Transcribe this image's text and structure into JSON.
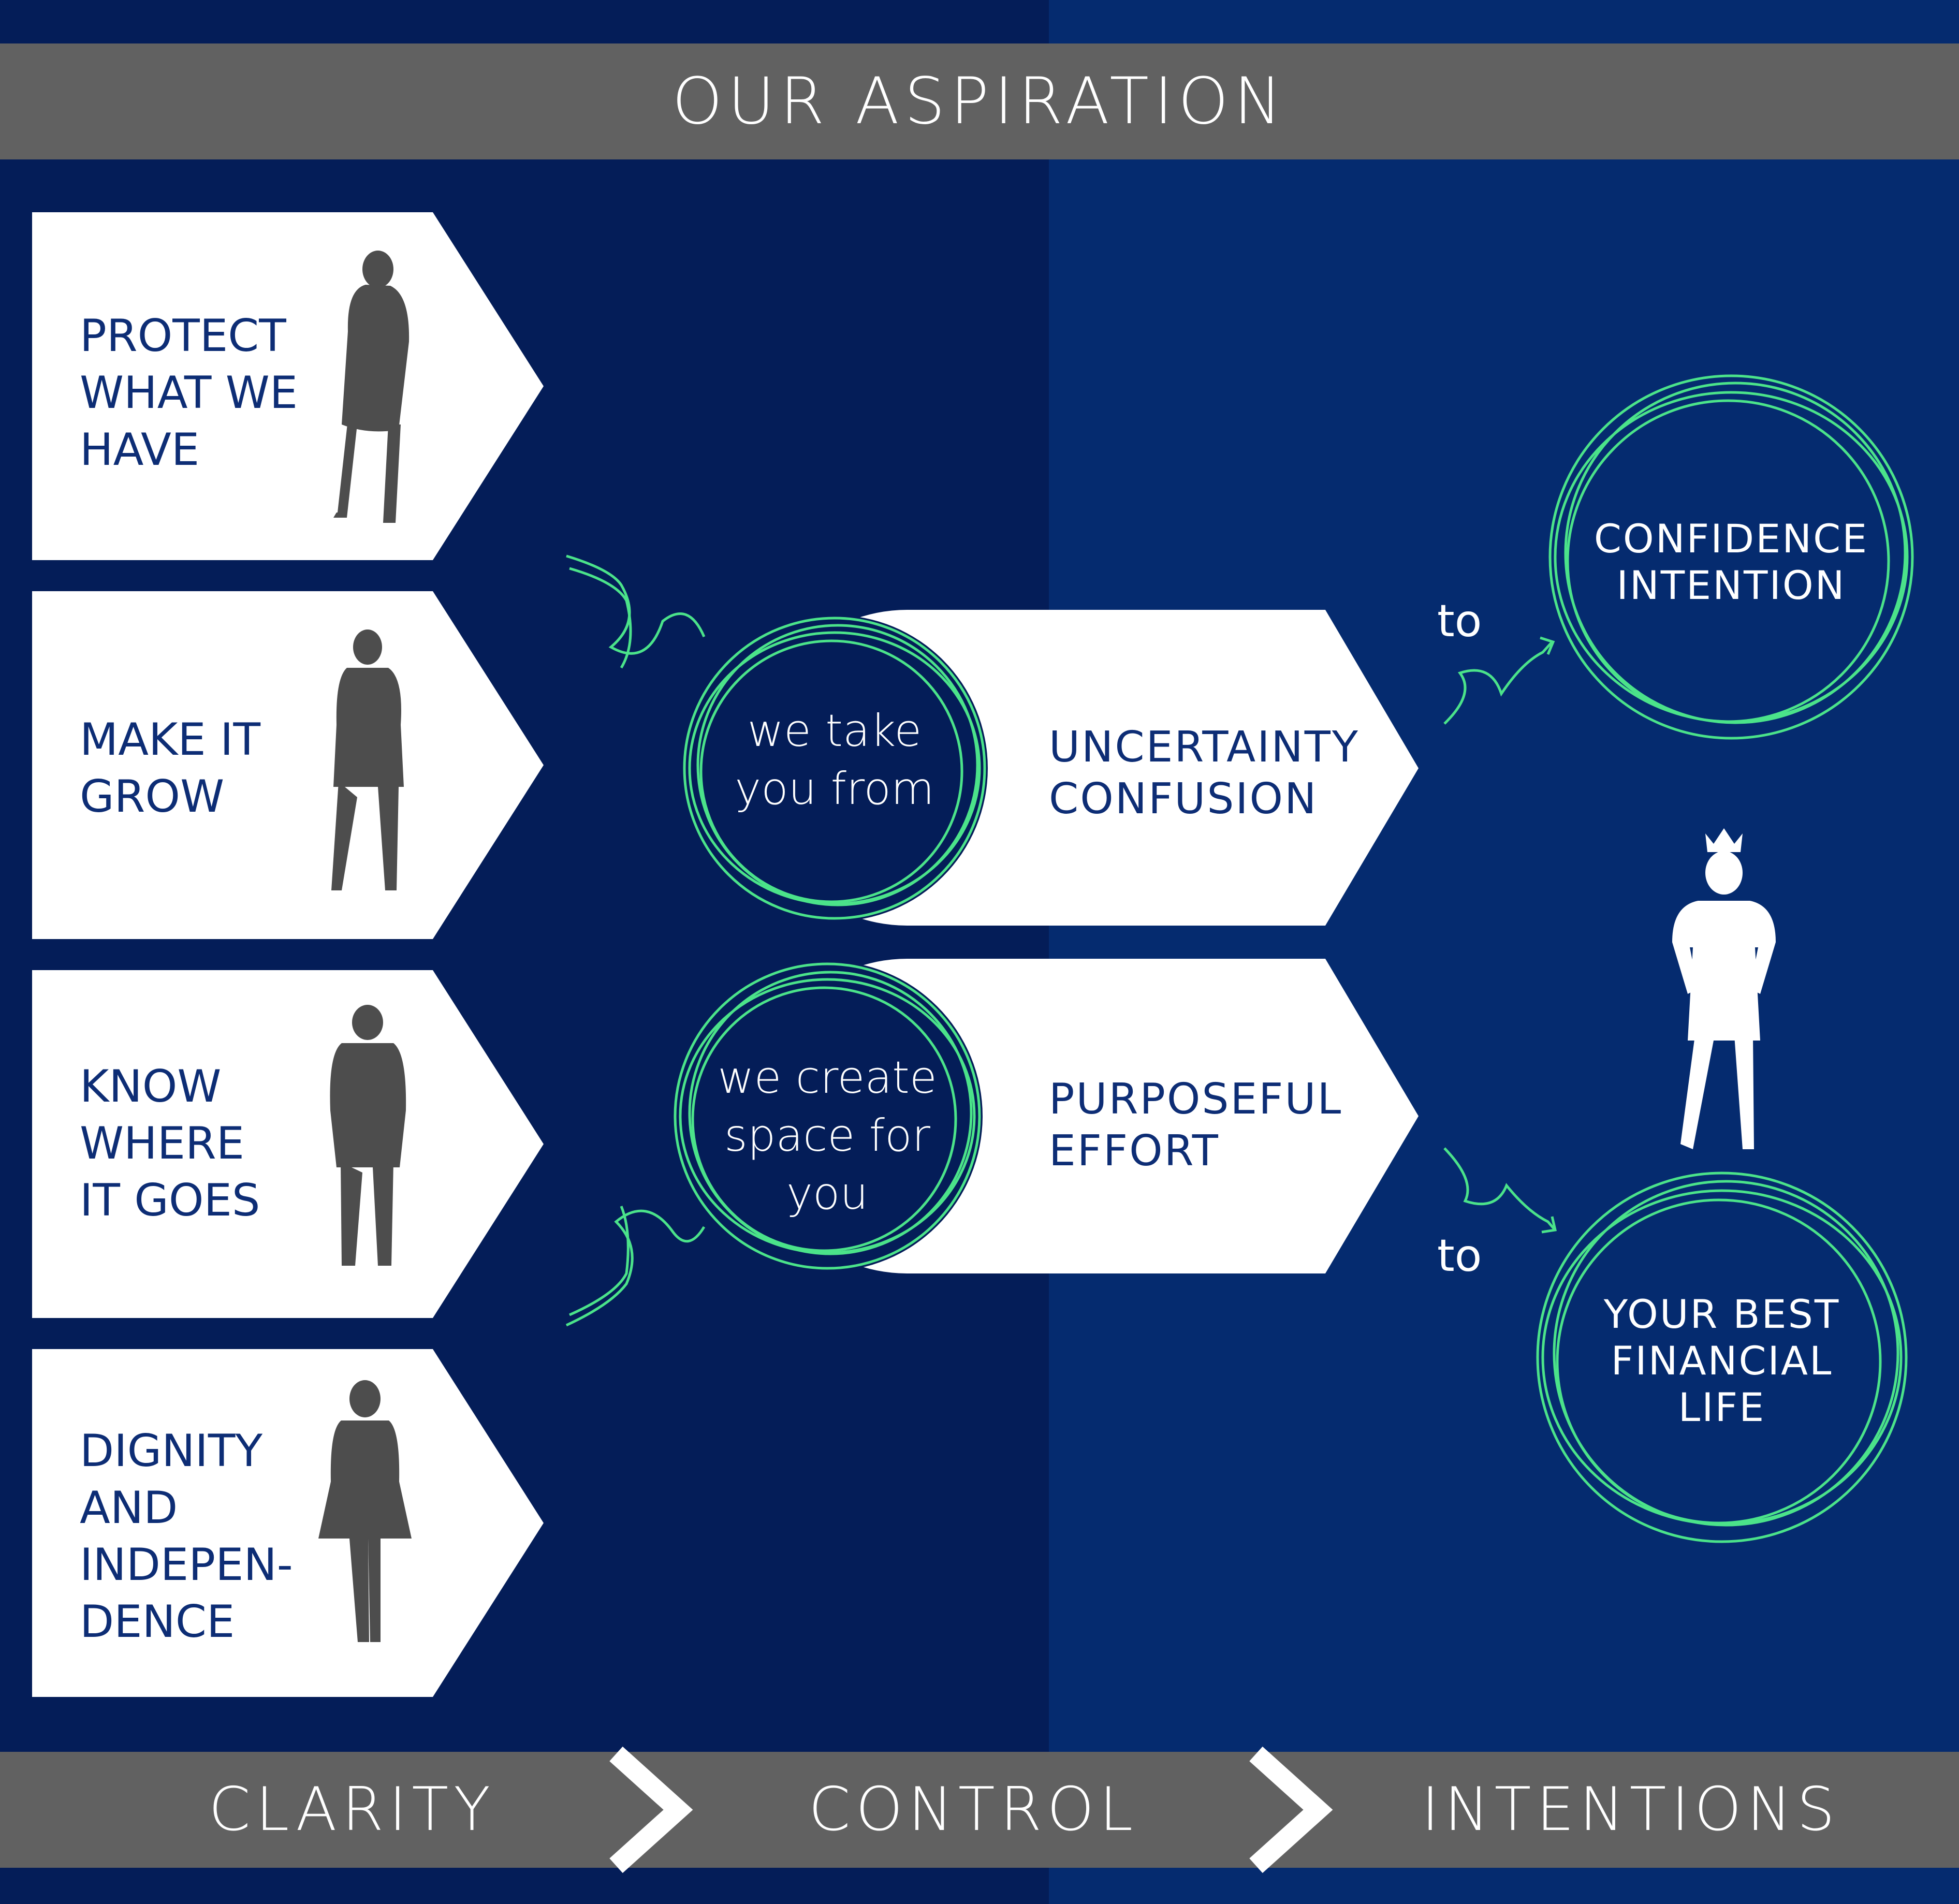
{
  "header": {
    "title": "OUR ASPIRATION"
  },
  "cards": [
    {
      "label": "PROTECT\nWHAT WE\nHAVE"
    },
    {
      "label": "MAKE IT\nGROW"
    },
    {
      "label": "KNOW\nWHERE\nIT GOES"
    },
    {
      "label": "DIGNITY\nAND\nINDEPEN-\nDENCE"
    }
  ],
  "flows": [
    {
      "circle": "we take\nyou from",
      "arrow": "UNCERTAINTY\nCONFUSION",
      "connector": "to",
      "goal": "CONFIDENCE\nINTENTION"
    },
    {
      "circle": "we create\nspace for\nyou",
      "arrow": "PURPOSEFUL\nEFFORT",
      "connector": "to",
      "goal": "YOUR BEST\nFINANCIAL\nLIFE"
    }
  ],
  "steps": [
    "CLARITY",
    "CONTROL",
    "INTENTIONS"
  ],
  "colors": {
    "navy_left": "#041d58",
    "navy_right": "#052b6f",
    "band": "#616161",
    "accent_green": "#4be38a",
    "card_text": "#0d2d75",
    "silhouette": "#4d4d4d"
  },
  "icons": [
    "woman-silhouette-icon",
    "crowned-woman-silhouette-icon",
    "scribble-circle-icon",
    "squiggle-arrow-icon",
    "chevron-right-icon"
  ]
}
